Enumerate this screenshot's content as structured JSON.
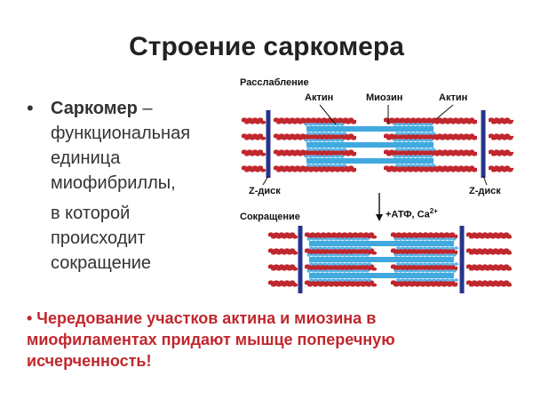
{
  "title": "Строение саркомера",
  "bullet_main": {
    "term": "Саркомер",
    "dash": " –",
    "lines": [
      "функциональная",
      "единица",
      "миофибриллы,"
    ],
    "lines2": [
      "в которой",
      "происходит",
      "сокращение"
    ]
  },
  "bottom_note": "• Чередование участков актина и миозина в миофиламентах придают мышце поперечную исчерченность!",
  "diagram": {
    "relax_label": "Расслабление",
    "contract_label": "Сокращение",
    "actin_left": "Актин",
    "myosin": "Миозин",
    "actin_right": "Актин",
    "zdisk_left": "Z-диск",
    "zdisk_right": "Z-диск",
    "arrow_label": "+АТФ, Ca",
    "arrow_sup": "2+",
    "colors": {
      "actin": "#c0272d",
      "myosin": "#3fa9e0",
      "myosin_head": "#5ab4e8",
      "zdisk": "#27348b",
      "accent_text": "#c0272d"
    }
  }
}
